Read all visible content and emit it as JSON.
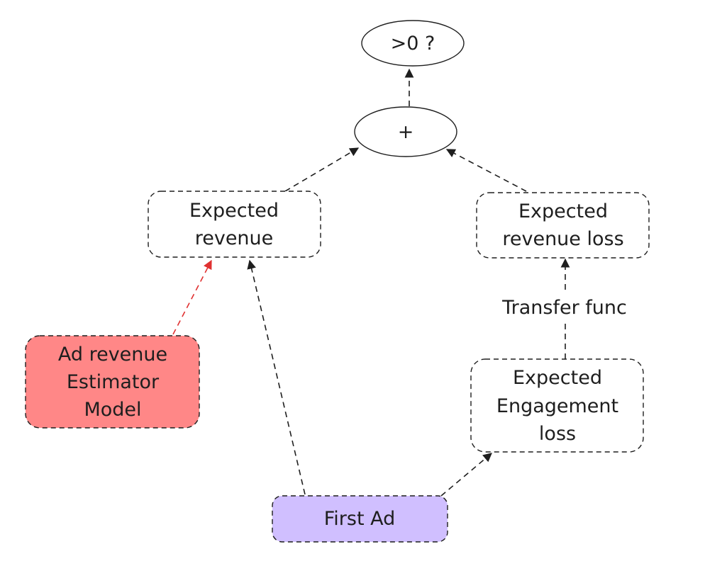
{
  "diagram": {
    "nodes": {
      "threshold": {
        "lines": [
          ">0 ?"
        ]
      },
      "sum": {
        "lines": [
          "+"
        ]
      },
      "expected_revenue": {
        "lines": [
          "Expected",
          "revenue"
        ]
      },
      "expected_revenue_loss": {
        "lines": [
          "Expected",
          "revenue loss"
        ]
      },
      "ad_revenue_estimator": {
        "lines": [
          "Ad revenue",
          "Estimator",
          "Model"
        ],
        "fill": "#ff8787"
      },
      "expected_engagement_loss": {
        "lines": [
          "Expected",
          "Engagement",
          "loss"
        ]
      },
      "first_ad": {
        "lines": [
          "First Ad"
        ],
        "fill": "#d0bfff"
      }
    },
    "edges": {
      "transfer_label": "Transfer func"
    },
    "colors": {
      "stroke": "#1e1e1e",
      "highlight_edge": "#e03131"
    }
  }
}
